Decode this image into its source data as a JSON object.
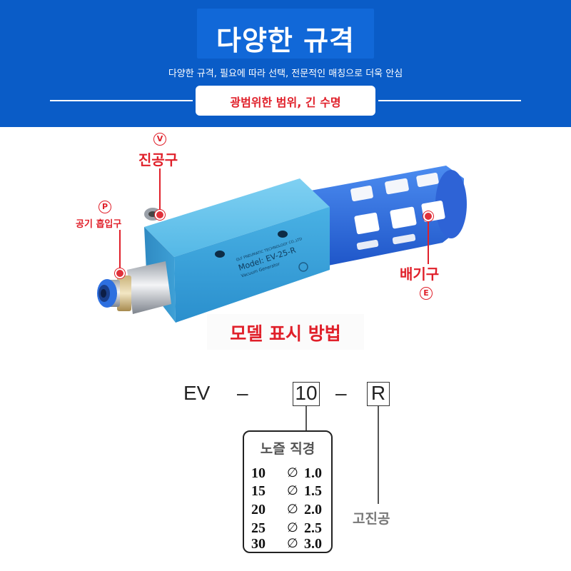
{
  "header": {
    "title": "다양한 규격",
    "subtitle": "다양한 규격, 필요에 따라 선택, 전문적인 매칭으로 더욱 안심",
    "pill_text": "광범위한 범위, 긴 수명"
  },
  "product": {
    "labels": {
      "vacuum_port": {
        "badge": "V",
        "text": "진공구"
      },
      "air_inlet": {
        "badge": "P",
        "text": "공기 흡입구"
      },
      "exhaust_port": {
        "badge": "E",
        "text": "배기구"
      }
    },
    "engraving": {
      "model_line": "Model: EV-25-R",
      "company_line": "QLF PNEUMATIC TECHNOLOGY CO.,LTD",
      "brand_line": "Vacuum Generator"
    },
    "model_display_title": "모델 표시 방법"
  },
  "model_code": {
    "prefix": "EV",
    "separator1": "–",
    "size_code": "10",
    "separator2": "–",
    "suffix": "R",
    "suffix_meaning": "고진공"
  },
  "nozzle_table": {
    "title": "노즐 직경",
    "symbol": "∅",
    "rows": [
      {
        "code": "10",
        "diameter": "1.0"
      },
      {
        "code": "15",
        "diameter": "1.5"
      },
      {
        "code": "20",
        "diameter": "2.0"
      },
      {
        "code": "25",
        "diameter": "2.5"
      },
      {
        "code": "30",
        "diameter": "3.0"
      }
    ]
  },
  "colors": {
    "banner_blue": "#0a5cc7",
    "accent_red": "#e0202a",
    "body_blue": "#3aa6dc",
    "filter_blue": "#2a6be0"
  }
}
